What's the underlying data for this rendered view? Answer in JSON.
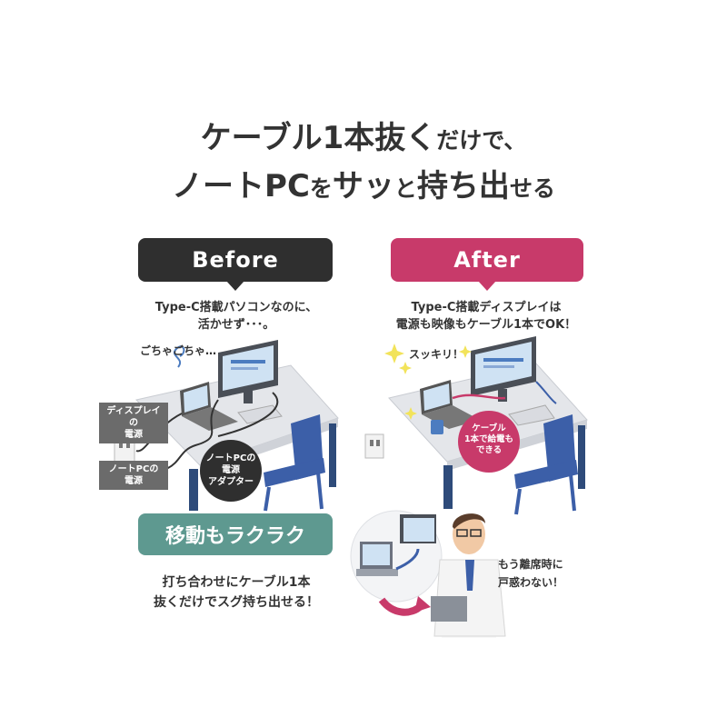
{
  "headline": {
    "line1_big": "ケーブル1本抜く",
    "line1_small": "だけで、",
    "line2_a": "ノートPC",
    "line2_b": "を",
    "line2_c": "サッ",
    "line2_d": "と",
    "line2_e": "持ち出",
    "line2_f": "せる"
  },
  "before": {
    "label": "Before",
    "caption_line1": "Type-C搭載パソコンなのに、",
    "caption_line2": "活かせず･･･。",
    "messy_text": "ごちゃごちゃ…",
    "display_power_line1": "ディスプレイの",
    "display_power_line2": "電源",
    "pc_power_line1": "ノートPCの",
    "pc_power_line2": "電源",
    "adapter_line1": "ノートPCの",
    "adapter_line2": "電源",
    "adapter_line3": "アダプター"
  },
  "after": {
    "label": "After",
    "caption_line1": "Type-C搭載ディスプレイは",
    "caption_line2": "電源も映像もケーブル1本でOK！",
    "clean_text": "スッキリ！",
    "cable_line1": "ケーブル",
    "cable_line2": "1本で給電も",
    "cable_line3": "できる",
    "speech_line1": "もう離席時に",
    "speech_line2": "戸惑わない！"
  },
  "move": {
    "label": "移動もラクラク",
    "caption_line1": "打ち合わせにケーブル1本",
    "caption_line2": "抜くだけでスグ持ち出せる！"
  },
  "colors": {
    "before": "#2f2f2f",
    "after": "#c83a6a",
    "move": "#5e9990",
    "chair": "#3c5fa8",
    "desk": "#e4e6ea"
  }
}
